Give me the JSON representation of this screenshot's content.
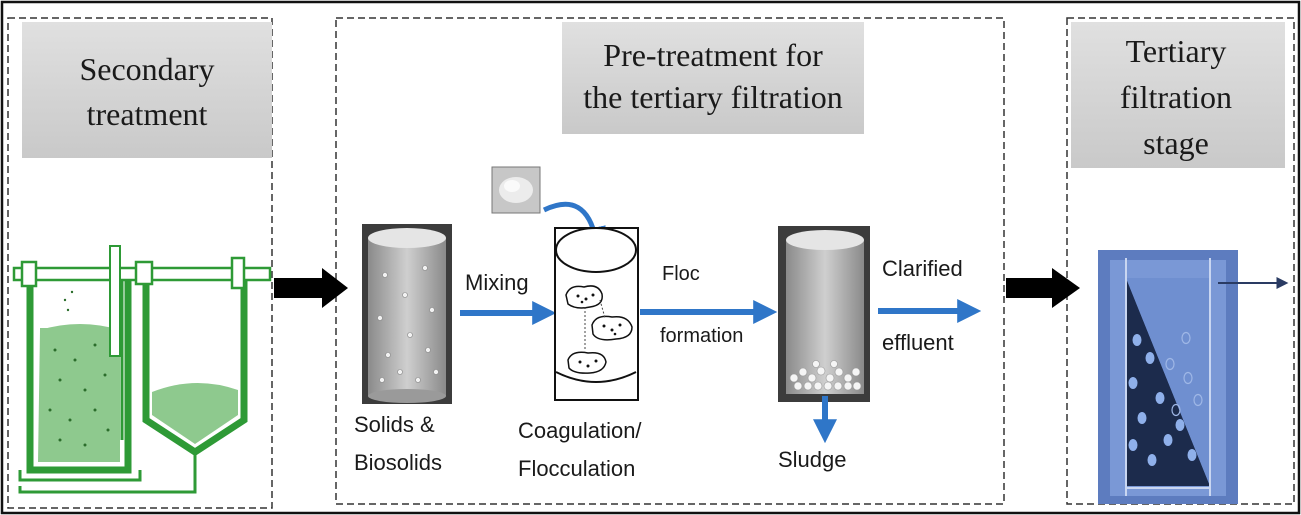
{
  "sections": {
    "secondary": {
      "title_lines": [
        "Secondary",
        "treatment"
      ]
    },
    "pretreatment": {
      "title_lines": [
        "Pre-treatment  for",
        "the tertiary filtration"
      ]
    },
    "tertiary": {
      "title_lines": [
        "Tertiary",
        "filtration",
        "stage"
      ]
    }
  },
  "labels": {
    "mixing": "Mixing",
    "floc": "Floc",
    "formation": "formation",
    "clarified": "Clarified",
    "effluent": "effluent",
    "solids_line1": "Solids &",
    "solids_line2": "Biosolids",
    "coag_line1": "Coagulation/",
    "coag_line2": "Flocculation",
    "sludge": "Sludge"
  },
  "colors": {
    "header_bg": "#d6d6d6",
    "tank_green": "#2e9a36",
    "sludge_green": "#8ec98e",
    "flow_blue": "#2f76c8",
    "filter_light": "#6f8fd0",
    "filter_dark": "#1c2b4c",
    "bold_arrow": "#000000"
  }
}
